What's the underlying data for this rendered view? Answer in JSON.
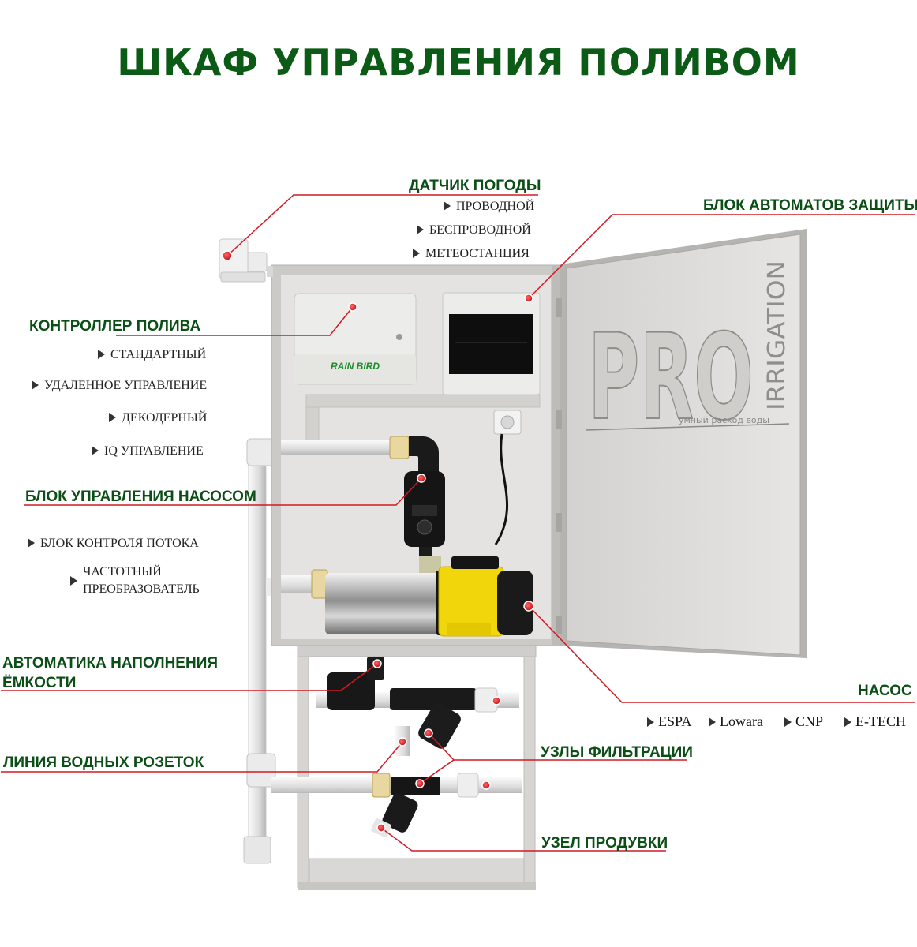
{
  "title": "ШКАФ УПРАВЛЕНИЯ ПОЛИВОМ",
  "door": {
    "logo_big": "PRO",
    "logo_side": "IRRIGATION",
    "tagline": "умный расход воды"
  },
  "controller_brand": "RAIN BIRD",
  "labels": {
    "weather_sensor": {
      "title": "ДАТЧИК ПОГОДЫ",
      "options": [
        "ПРОВОДНОЙ",
        "БЕСПРОВОДНОЙ",
        "МЕТЕОСТАНЦИЯ"
      ]
    },
    "breaker_block": {
      "title": "БЛОК АВТОМАТОВ ЗАЩИТЫ"
    },
    "irrigation_controller": {
      "title": "КОНТРОЛЛЕР ПОЛИВА",
      "options": [
        "СТАНДАРТНЫЙ",
        "УДАЛЕННОЕ УПРАВЛЕНИЕ",
        "ДЕКОДЕРНЫЙ",
        "IQ УПРАВЛЕНИЕ"
      ]
    },
    "pump_control": {
      "title": "БЛОК УПРАВЛЕНИЯ НАСОСОМ",
      "options": [
        "БЛОК КОНТРОЛЯ ПОТОКА",
        "ЧАСТОТНЫЙ",
        "ПРЕОБРАЗОВАТЕЛЬ"
      ]
    },
    "tank_fill": {
      "line1": "АВТОМАТИКА НАПОЛНЕНИЯ",
      "line2": "ЁМКОСТИ"
    },
    "pump": {
      "title": "НАСОС",
      "brands": [
        "ESPA",
        "Lowara",
        "CNP",
        "E-TECH"
      ]
    },
    "water_outlets": {
      "title": "ЛИНИЯ ВОДНЫХ РОЗЕТОК"
    },
    "filtration": {
      "title": "УЗЛЫ ФИЛЬТРАЦИИ"
    },
    "purge": {
      "title": "УЗЕЛ ПРОДУВКИ"
    }
  },
  "colors": {
    "title": "#0b5a16",
    "label": "#0b4e16",
    "leader": "#d01a24",
    "cabinet": "#dcdbd9",
    "pump": "#f2d60c"
  }
}
